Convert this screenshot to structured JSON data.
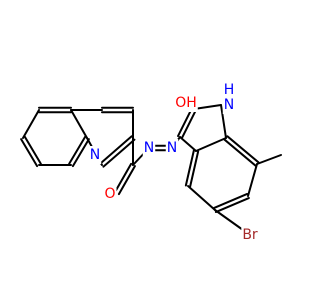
{
  "molecule": {
    "atom_labels": {
      "O_carbonyl": "O",
      "N_quinoline": "N",
      "N_azo1": "N",
      "N_azo2": "N",
      "O_hydroxyl": "OH",
      "NH_indole": "N",
      "H_indole": "H",
      "Br": "Br"
    },
    "colors": {
      "oxygen": "#ff0000",
      "nitrogen": "#0000ff",
      "bromine": "#a52a2a",
      "carbon": "#000000"
    }
  }
}
